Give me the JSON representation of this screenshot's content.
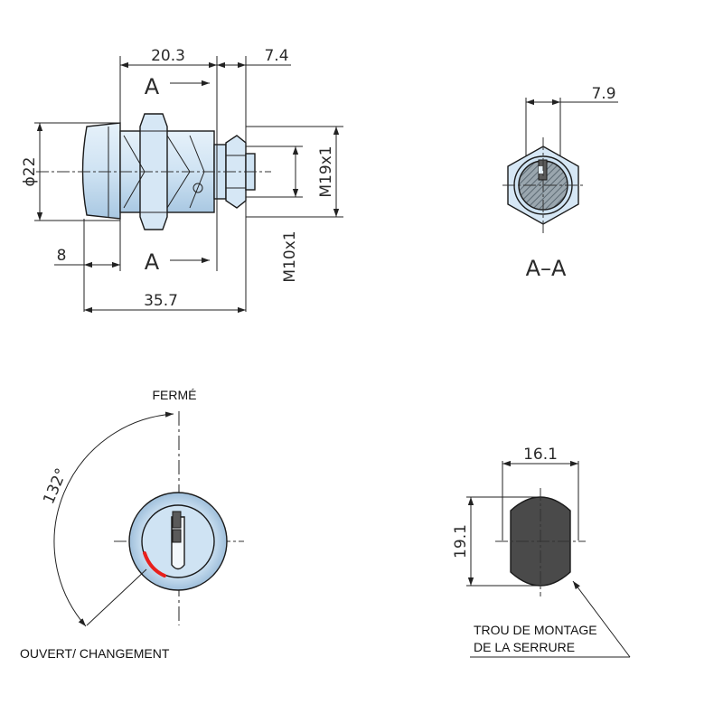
{
  "colors": {
    "body_fill": "#cfe3f3",
    "body_fill_light": "#e6f1fa",
    "body_shade": "#9fbfdb",
    "hole_fill": "#4a4a4a",
    "marker_red": "#e8201c",
    "hatch_fill": "#7f8f9b"
  },
  "side_view": {
    "dim_length_body": "20.3",
    "dim_length_cam": "7.4",
    "dim_diameter": "ϕ22",
    "dim_thread_major": "M19x1",
    "dim_thread_minor": "M10x1",
    "dim_head": "8",
    "dim_total": "35.7",
    "section_mark_top": "A",
    "section_mark_bottom": "A"
  },
  "section_view": {
    "dim_width": "7.9",
    "title": "A–A"
  },
  "front_view": {
    "label_closed": "FERMÉ",
    "label_open": "OUVERT/ CHANGEMENT",
    "angle": "132°"
  },
  "mounting_hole": {
    "dim_width": "16.1",
    "dim_height": "19.1",
    "label_line1": "TROU DE MONTAGE",
    "label_line2": "DE LA SERRURE"
  }
}
